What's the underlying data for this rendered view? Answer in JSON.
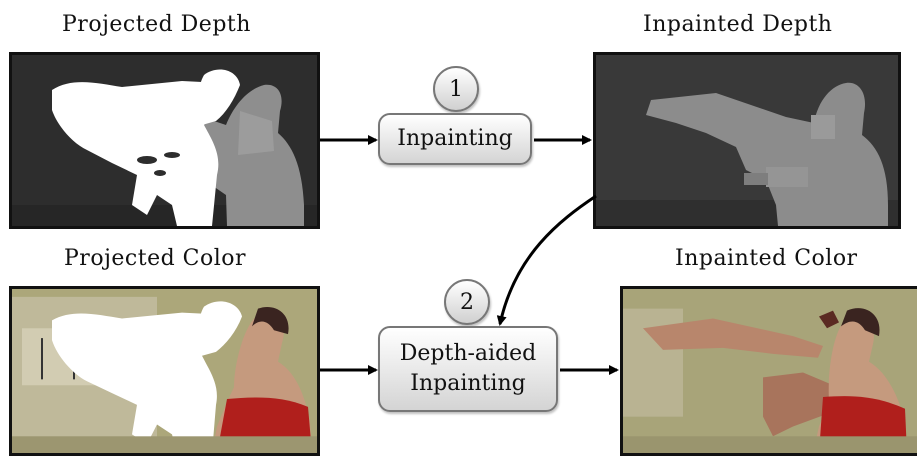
{
  "labels": {
    "projected_depth": "Projected Depth",
    "inpainted_depth": "Inpainted Depth",
    "projected_color": "Projected Color",
    "inpainted_color": "Inpainted Color"
  },
  "steps": [
    {
      "number": "1",
      "lines": [
        "Inpainting"
      ]
    },
    {
      "number": "2",
      "lines": [
        "Depth-aided",
        "Inpainting"
      ]
    }
  ],
  "colors": {
    "depth_background": "#2b2b2b",
    "depth_person": "#8a8a8a",
    "hole": "#ffffff",
    "color_background": "#a9a478",
    "dress_red": "#b0201c",
    "skin": "#c49a7e"
  }
}
